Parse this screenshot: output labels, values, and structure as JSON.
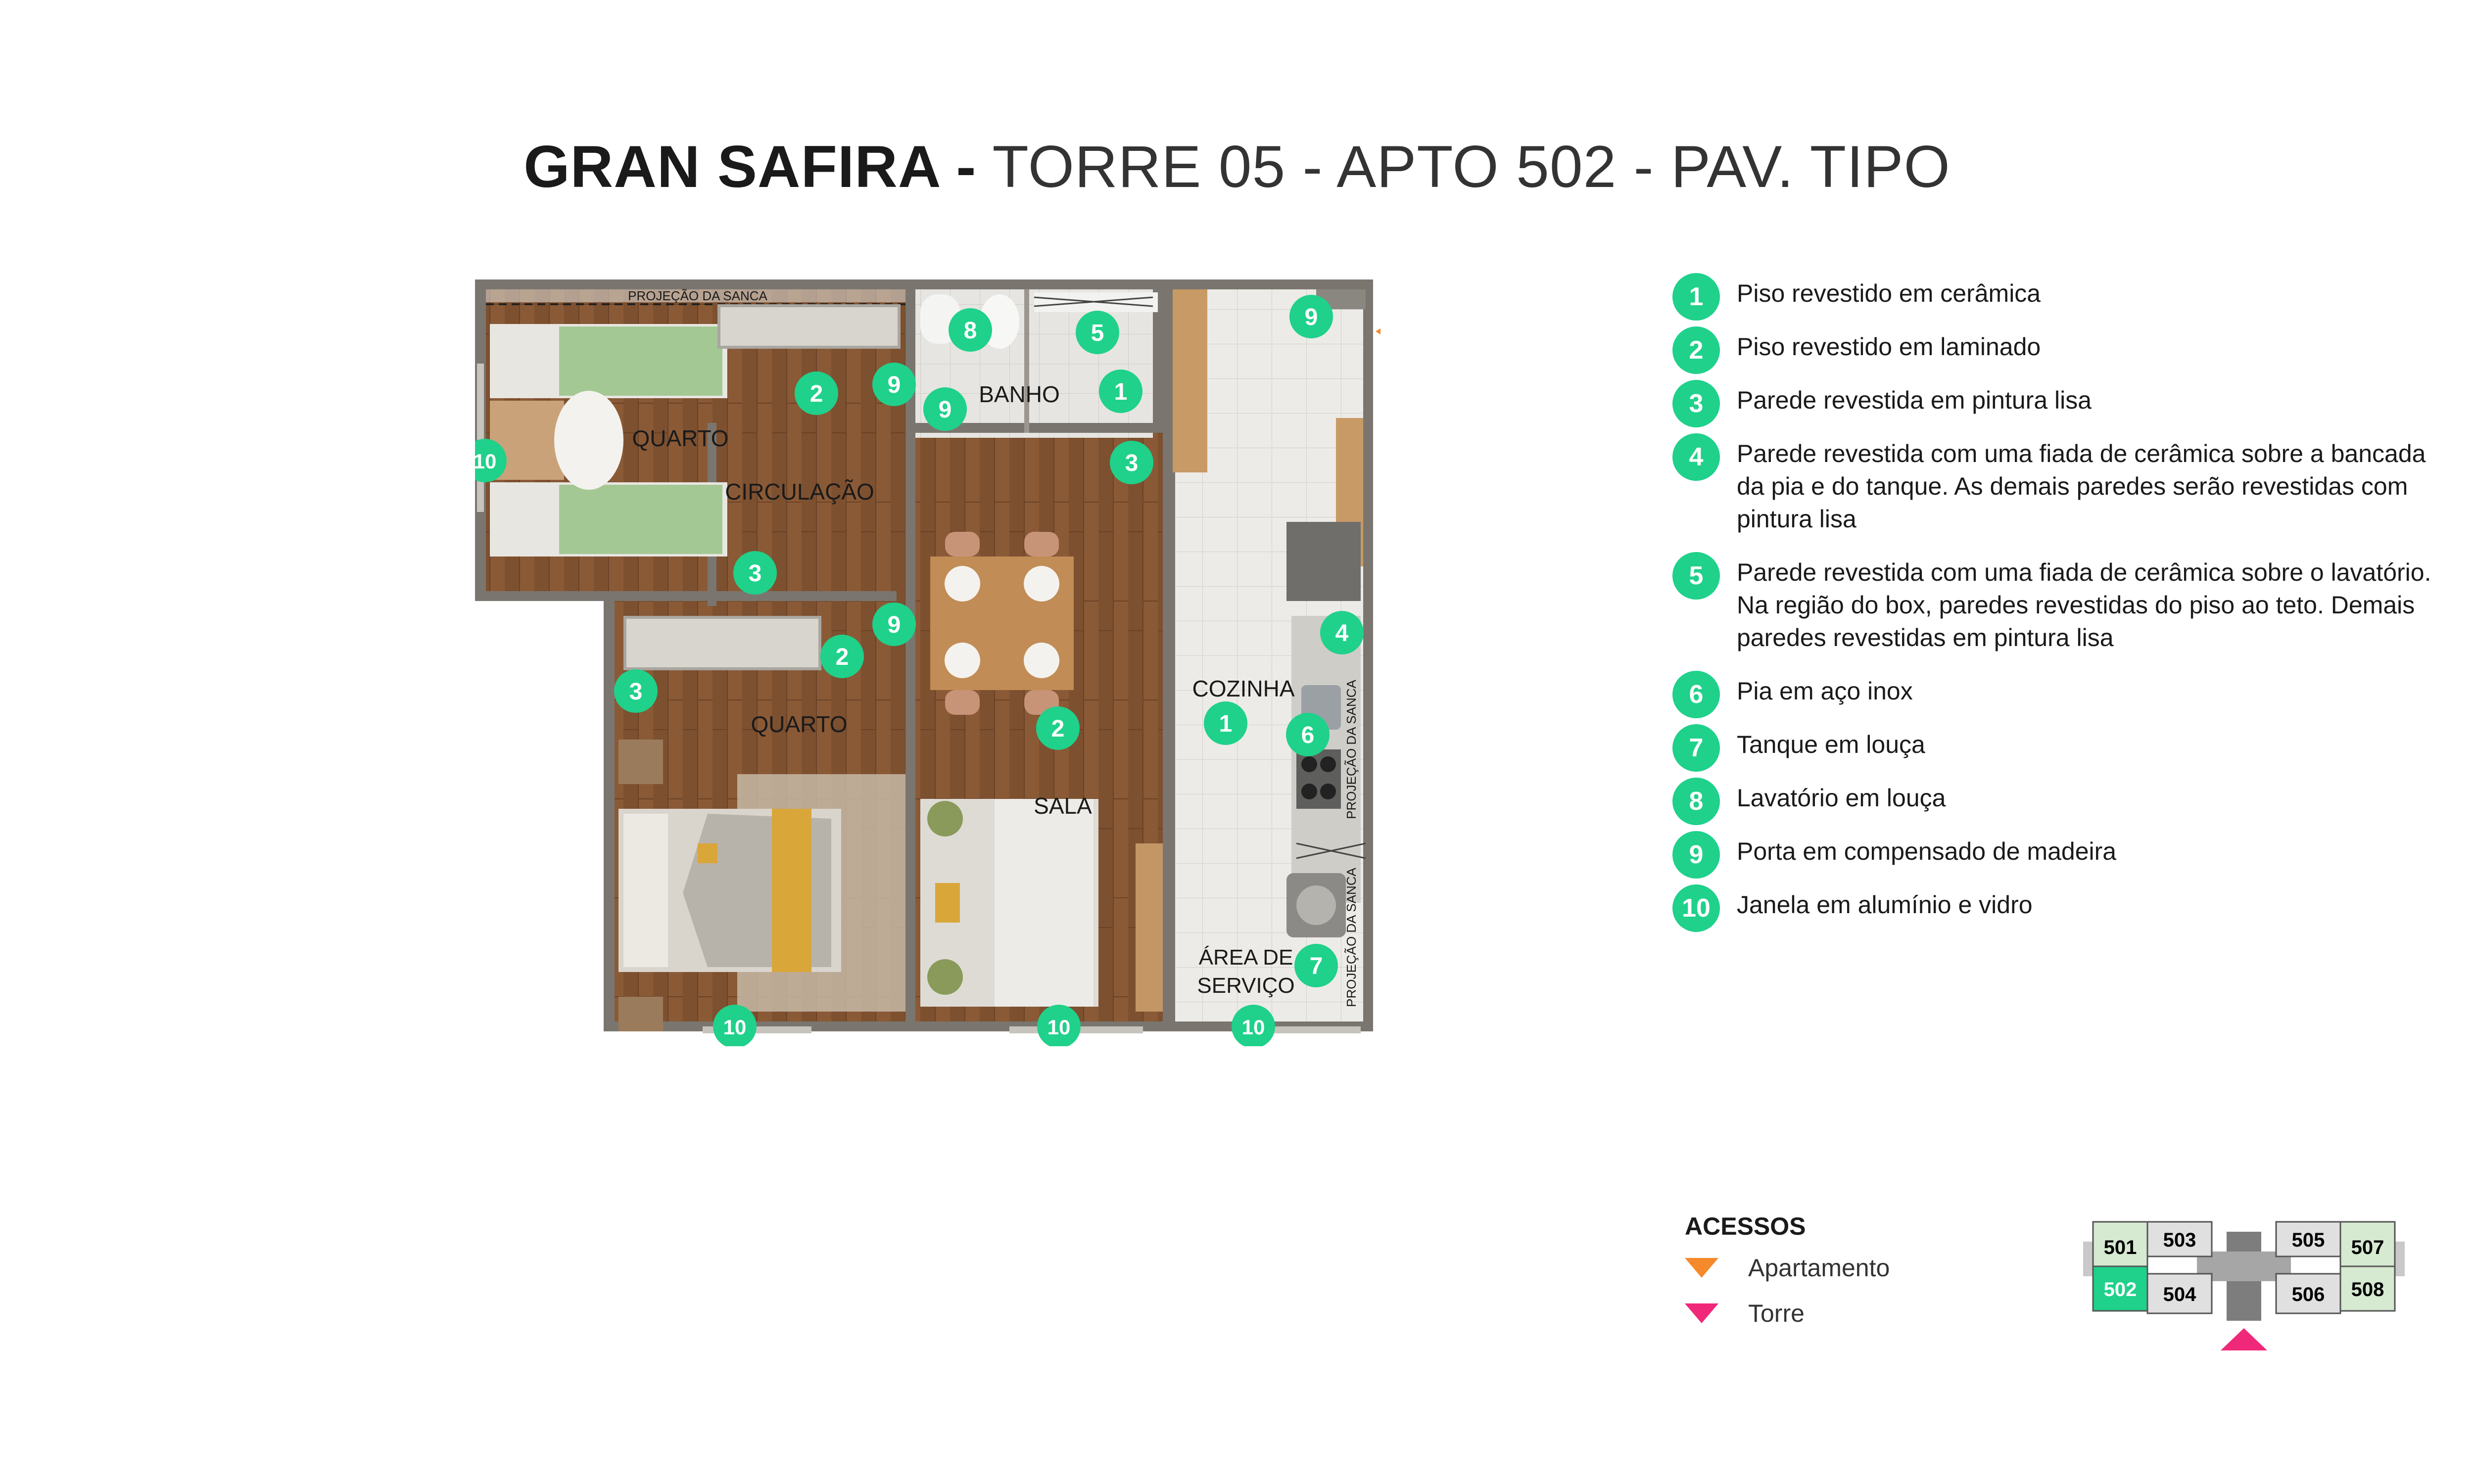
{
  "title": {
    "bold": "GRAN SAFIRA -",
    "rest": "TORRE 05 - APTO 502 - PAV. TIPO"
  },
  "plan": {
    "rooms": {
      "quarto1": "QUARTO",
      "quarto2": "QUARTO",
      "banho": "BANHO",
      "circulacao": "CIRCULAÇÃO",
      "cozinha": "COZINHA",
      "sala": "SALA",
      "area_line1": "ÁREA DE",
      "area_line2": "SERVIÇO"
    },
    "notes": {
      "sanca_top": "PROJEÇÃO DA SANCA",
      "sanca_kitchen": "PROJEÇÃO DA SANCA",
      "sanca_service": "PROJEÇÃO DA SANCA"
    },
    "markers": [
      "1",
      "1",
      "2",
      "2",
      "2",
      "3",
      "3",
      "3",
      "4",
      "5",
      "6",
      "7",
      "8",
      "9",
      "9",
      "9",
      "9",
      "10",
      "10",
      "10",
      "10"
    ]
  },
  "legend": [
    {
      "num": "1",
      "text": "Piso revestido em cerâmica"
    },
    {
      "num": "2",
      "text": "Piso revestido em laminado"
    },
    {
      "num": "3",
      "text": "Parede revestida em pintura lisa"
    },
    {
      "num": "4",
      "text": "Parede revestida com uma fiada de cerâmica sobre a bancada da pia e do tanque. As demais paredes serão revestidas com pintura lisa"
    },
    {
      "num": "5",
      "text": "Parede revestida com uma fiada de cerâmica sobre o lavatório. Na região do box, paredes revestidas do piso ao teto. Demais paredes revestidas em pintura lisa"
    },
    {
      "num": "6",
      "text": "Pia em aço inox"
    },
    {
      "num": "7",
      "text": "Tanque em louça"
    },
    {
      "num": "8",
      "text": "Lavatório em louça"
    },
    {
      "num": "9",
      "text": "Porta em compensado de madeira"
    },
    {
      "num": "10",
      "text": "Janela em alumínio e vidro"
    }
  ],
  "acessos": {
    "title": "ACESSOS",
    "items": [
      {
        "label": "Apartamento",
        "color": "#f58a2b"
      },
      {
        "label": "Torre",
        "color": "#f0287a"
      }
    ]
  },
  "keyplan": {
    "units": [
      "501",
      "502",
      "503",
      "504",
      "505",
      "506",
      "507",
      "508"
    ],
    "highlight": "502",
    "highlight_color": "#1fd18a"
  }
}
